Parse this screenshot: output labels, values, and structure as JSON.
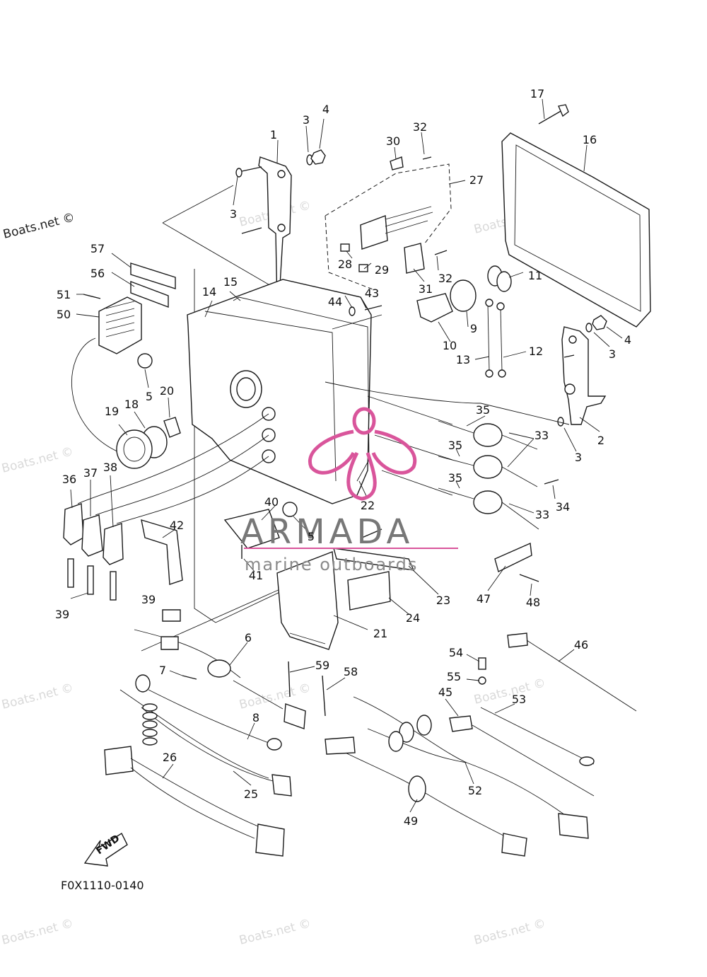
{
  "diagram": {
    "drawing_code": "F0X1110-0140",
    "direction_label": "FWD",
    "watermark_text": "Boats.net ©",
    "brand": {
      "name": "ARMADA",
      "tagline": "marine outboards",
      "logo_color": "#d9559b"
    },
    "callouts": [
      {
        "n": "1"
      },
      {
        "n": "2"
      },
      {
        "n": "3"
      },
      {
        "n": "3"
      },
      {
        "n": "3"
      },
      {
        "n": "3"
      },
      {
        "n": "4"
      },
      {
        "n": "4"
      },
      {
        "n": "5"
      },
      {
        "n": "5"
      },
      {
        "n": "6"
      },
      {
        "n": "7"
      },
      {
        "n": "8"
      },
      {
        "n": "9"
      },
      {
        "n": "10"
      },
      {
        "n": "11"
      },
      {
        "n": "12"
      },
      {
        "n": "13"
      },
      {
        "n": "14"
      },
      {
        "n": "15"
      },
      {
        "n": "16"
      },
      {
        "n": "17"
      },
      {
        "n": "18"
      },
      {
        "n": "19"
      },
      {
        "n": "20"
      },
      {
        "n": "21"
      },
      {
        "n": "22"
      },
      {
        "n": "23"
      },
      {
        "n": "24"
      },
      {
        "n": "25"
      },
      {
        "n": "26"
      },
      {
        "n": "27"
      },
      {
        "n": "28"
      },
      {
        "n": "29"
      },
      {
        "n": "30"
      },
      {
        "n": "31"
      },
      {
        "n": "32"
      },
      {
        "n": "32"
      },
      {
        "n": "33"
      },
      {
        "n": "33"
      },
      {
        "n": "34"
      },
      {
        "n": "35"
      },
      {
        "n": "35"
      },
      {
        "n": "35"
      },
      {
        "n": "36"
      },
      {
        "n": "37"
      },
      {
        "n": "38"
      },
      {
        "n": "39"
      },
      {
        "n": "39"
      },
      {
        "n": "40"
      },
      {
        "n": "41"
      },
      {
        "n": "42"
      },
      {
        "n": "43"
      },
      {
        "n": "44"
      },
      {
        "n": "45"
      },
      {
        "n": "46"
      },
      {
        "n": "47"
      },
      {
        "n": "48"
      },
      {
        "n": "49"
      },
      {
        "n": "50"
      },
      {
        "n": "51"
      },
      {
        "n": "52"
      },
      {
        "n": "53"
      },
      {
        "n": "54"
      },
      {
        "n": "55"
      },
      {
        "n": "56"
      },
      {
        "n": "57"
      },
      {
        "n": "58"
      },
      {
        "n": "59"
      }
    ]
  }
}
